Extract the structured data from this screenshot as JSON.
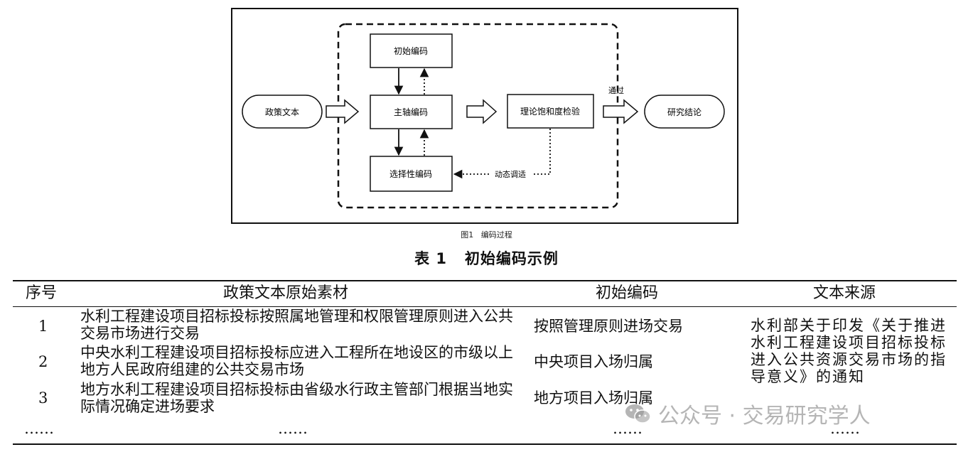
{
  "figure": {
    "nodes": {
      "policy_text": "政策文本",
      "initial_coding": "初始编码",
      "axial_coding": "主轴编码",
      "selective_coding": "选择性编码",
      "saturation_test": "理论饱和度检验",
      "conclusion": "研究结论"
    },
    "labels": {
      "pass": "通过",
      "dynamic_adjust": "动态调适"
    },
    "caption": "图1   编码过程"
  },
  "table": {
    "title": "表 1   初始编码示例",
    "headers": [
      "序号",
      "政策文本原始素材",
      "初始编码",
      "文本来源"
    ],
    "rows": [
      {
        "no": "1",
        "material": "水利工程建设项目招标投标按照属地管理和权限管理原则进入公共交易市场进行交易",
        "code": "按照管理原则进场交易"
      },
      {
        "no": "2",
        "material": "中央水利工程建设项目招标投标应进入工程所在地设区的市级以上地方人民政府组建的公共交易市场",
        "code": "中央项目入场归属"
      },
      {
        "no": "3",
        "material": "地方水利工程建设项目招标投标由省级水行政主管部门根据当地实际情况确定进场要求",
        "code": "地方项目入场归属"
      }
    ],
    "source": "水利部关于印发《关于推进水利工程建设项目招标投标进入公共资源交易市场的指导意义》的通知",
    "ellipsis": "……"
  },
  "watermark": {
    "text": "公众号 · 交易研究学人",
    "icon": "wechat-icon"
  }
}
